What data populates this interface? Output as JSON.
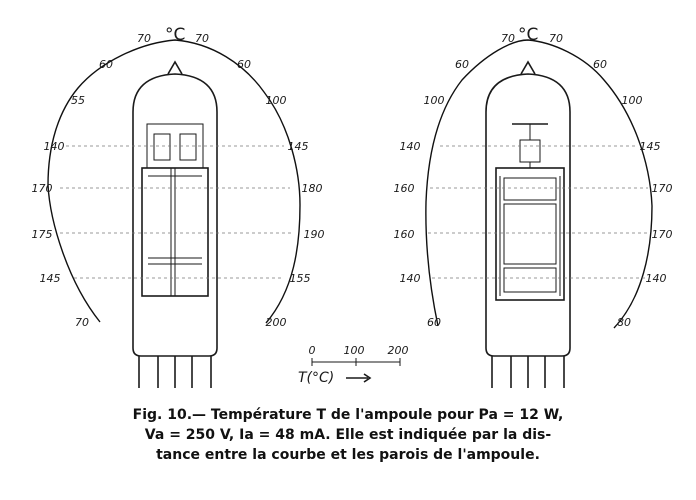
{
  "tubes": {
    "left": {
      "unit": "°C",
      "labels": [
        "70",
        "70",
        "60",
        "60",
        "55",
        "100",
        "140",
        "145",
        "170",
        "180",
        "175",
        "190",
        "145",
        "155",
        "70",
        "200"
      ]
    },
    "right": {
      "unit": "°C",
      "labels": [
        "70",
        "70",
        "60",
        "60",
        "100",
        "100",
        "140",
        "145",
        "160",
        "170",
        "160",
        "170",
        "140",
        "140",
        "60",
        "80"
      ]
    }
  },
  "scale": {
    "ticks": [
      "0",
      "100",
      "200"
    ],
    "label": "T(°C)"
  },
  "caption": {
    "line1": "Fig. 10.— Température T de l'ampoule pour Pa = 12 W,",
    "line2": "Va = 250 V, Ia = 48 mA. Elle est indiquée par la dis-",
    "line3": "tance entre la courbe et les parois de l'ampoule."
  }
}
